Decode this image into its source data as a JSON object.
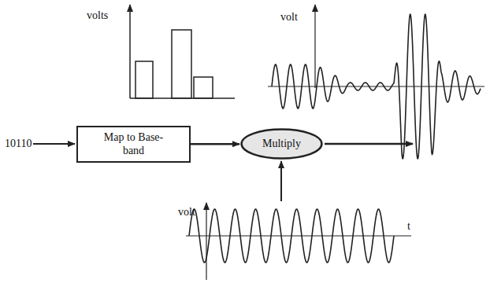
{
  "diagram": {
    "nodes": [
      {
        "text": [
          "Map to Base-band"
        ]
      },
      {
        "text": [
          "Multiply"
        ]
      }
    ],
    "edges": [
      {
        "from": 0,
        "to": 1,
        "arrow": "to"
      }
    ],
    "labels": [
      "10110",
      "volts",
      "volt",
      "volt",
      "t"
    ]
  }
}
